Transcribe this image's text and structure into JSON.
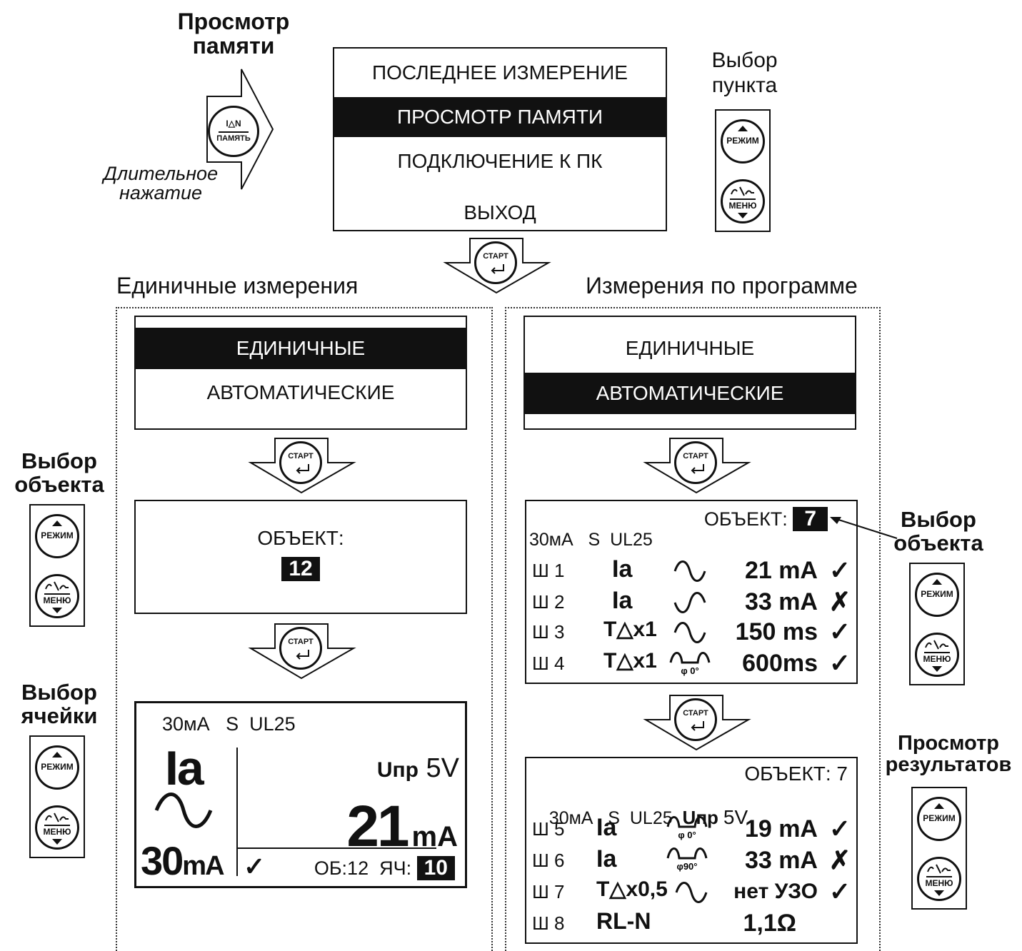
{
  "top": {
    "memory_title": "Просмотр\nпамяти",
    "long_press": "Длительное\nнажатие",
    "memory_button": {
      "top": "I△N",
      "bottom": "ПАМЯТЬ"
    },
    "select_item_title": "Выбор\nпункта",
    "menu": [
      "ПОСЛЕДНЕЕ ИЗМЕРЕНИЕ",
      "ПРОСМОТР ПАМЯТИ",
      "ПОДКЛЮЧЕНИЕ К ПК",
      "ВЫХОД"
    ],
    "menu_selected_index": 1
  },
  "buttons": {
    "mode": "РЕЖИМ",
    "menu": "МЕНЮ",
    "start": "СТАРТ"
  },
  "sections": {
    "single": "Единичные измерения",
    "program": "Измерения по программе"
  },
  "mode_menu": [
    "ЕДИНИЧНЫЕ",
    "АВТОМАТИЧЕСКИЕ"
  ],
  "left": {
    "select_object": "Выбор\nобъекта",
    "select_cell": "Выбор\nячейки",
    "object_label": "ОБЪЕКТ:",
    "object_number": "12",
    "result": {
      "header": "30мА   S  UL25",
      "quantity": "Ia",
      "rated": "30",
      "rated_unit": "mA",
      "u_label": "Uпр",
      "u_value": "5V",
      "value": "21",
      "unit": "mA",
      "status": "✓",
      "ob": "ОБ:12",
      "cell_label": "ЯЧ:",
      "cell": "10"
    }
  },
  "right": {
    "select_object": "Выбор\nобъекта",
    "view_results": "Просмотр\nрезультатов",
    "screen1": {
      "object_label": "ОБЪЕКТ:",
      "object_number": "7",
      "header": "30мА   S  UL25",
      "rows": [
        {
          "id": "Ш 1",
          "q": "Ia",
          "wave": "sine",
          "value": "21 mA",
          "status": "✓"
        },
        {
          "id": "Ш 2",
          "q": "Ia",
          "wave": "sine-inv",
          "value": "33 mA",
          "status": "✗"
        },
        {
          "id": "Ш 3",
          "q": "T△x1",
          "wave": "sine",
          "value": "150 ms",
          "status": "✓"
        },
        {
          "id": "Ш 4",
          "q": "T△x1",
          "wave": "half-0",
          "value": "600ms",
          "status": "✓"
        }
      ]
    },
    "screen2": {
      "object": "ОБЪЕКТ: 7",
      "header": "30мА   S  UL25",
      "u_label": "Uпр",
      "u_value": "5V",
      "rows": [
        {
          "id": "Ш 5",
          "q": "Ia",
          "wave": "φ 0°",
          "value": "19 mA",
          "status": "✓"
        },
        {
          "id": "Ш 6",
          "q": "Ia",
          "wave": "φ90°",
          "value": "33 mA",
          "status": "✗"
        },
        {
          "id": "Ш 7",
          "q": "T△x0,5",
          "wave": "sine",
          "value": "нет УЗО",
          "status": "✓"
        },
        {
          "id": "Ш 8",
          "q": "RL-N",
          "wave": "",
          "value": "1,1Ω",
          "status": ""
        }
      ]
    }
  }
}
